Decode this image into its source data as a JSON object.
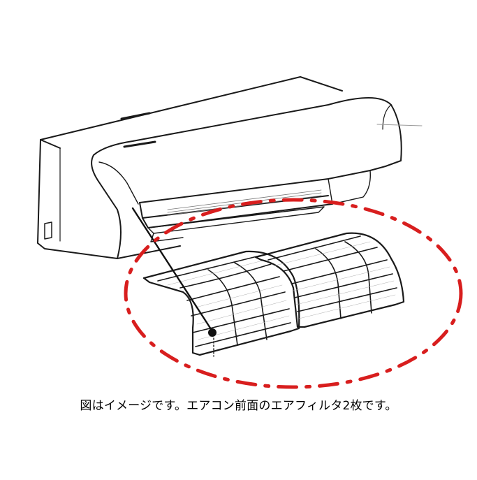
{
  "caption": "図はイメージです。エアコン前面のエアフィルタ2枚です。",
  "colors": {
    "highlight": "#d81e1e",
    "line": "#1a1a1a",
    "background": "#ffffff"
  },
  "icons": [
    "air-conditioner-illustration",
    "air-filter-illustration"
  ],
  "filter_count": 2
}
